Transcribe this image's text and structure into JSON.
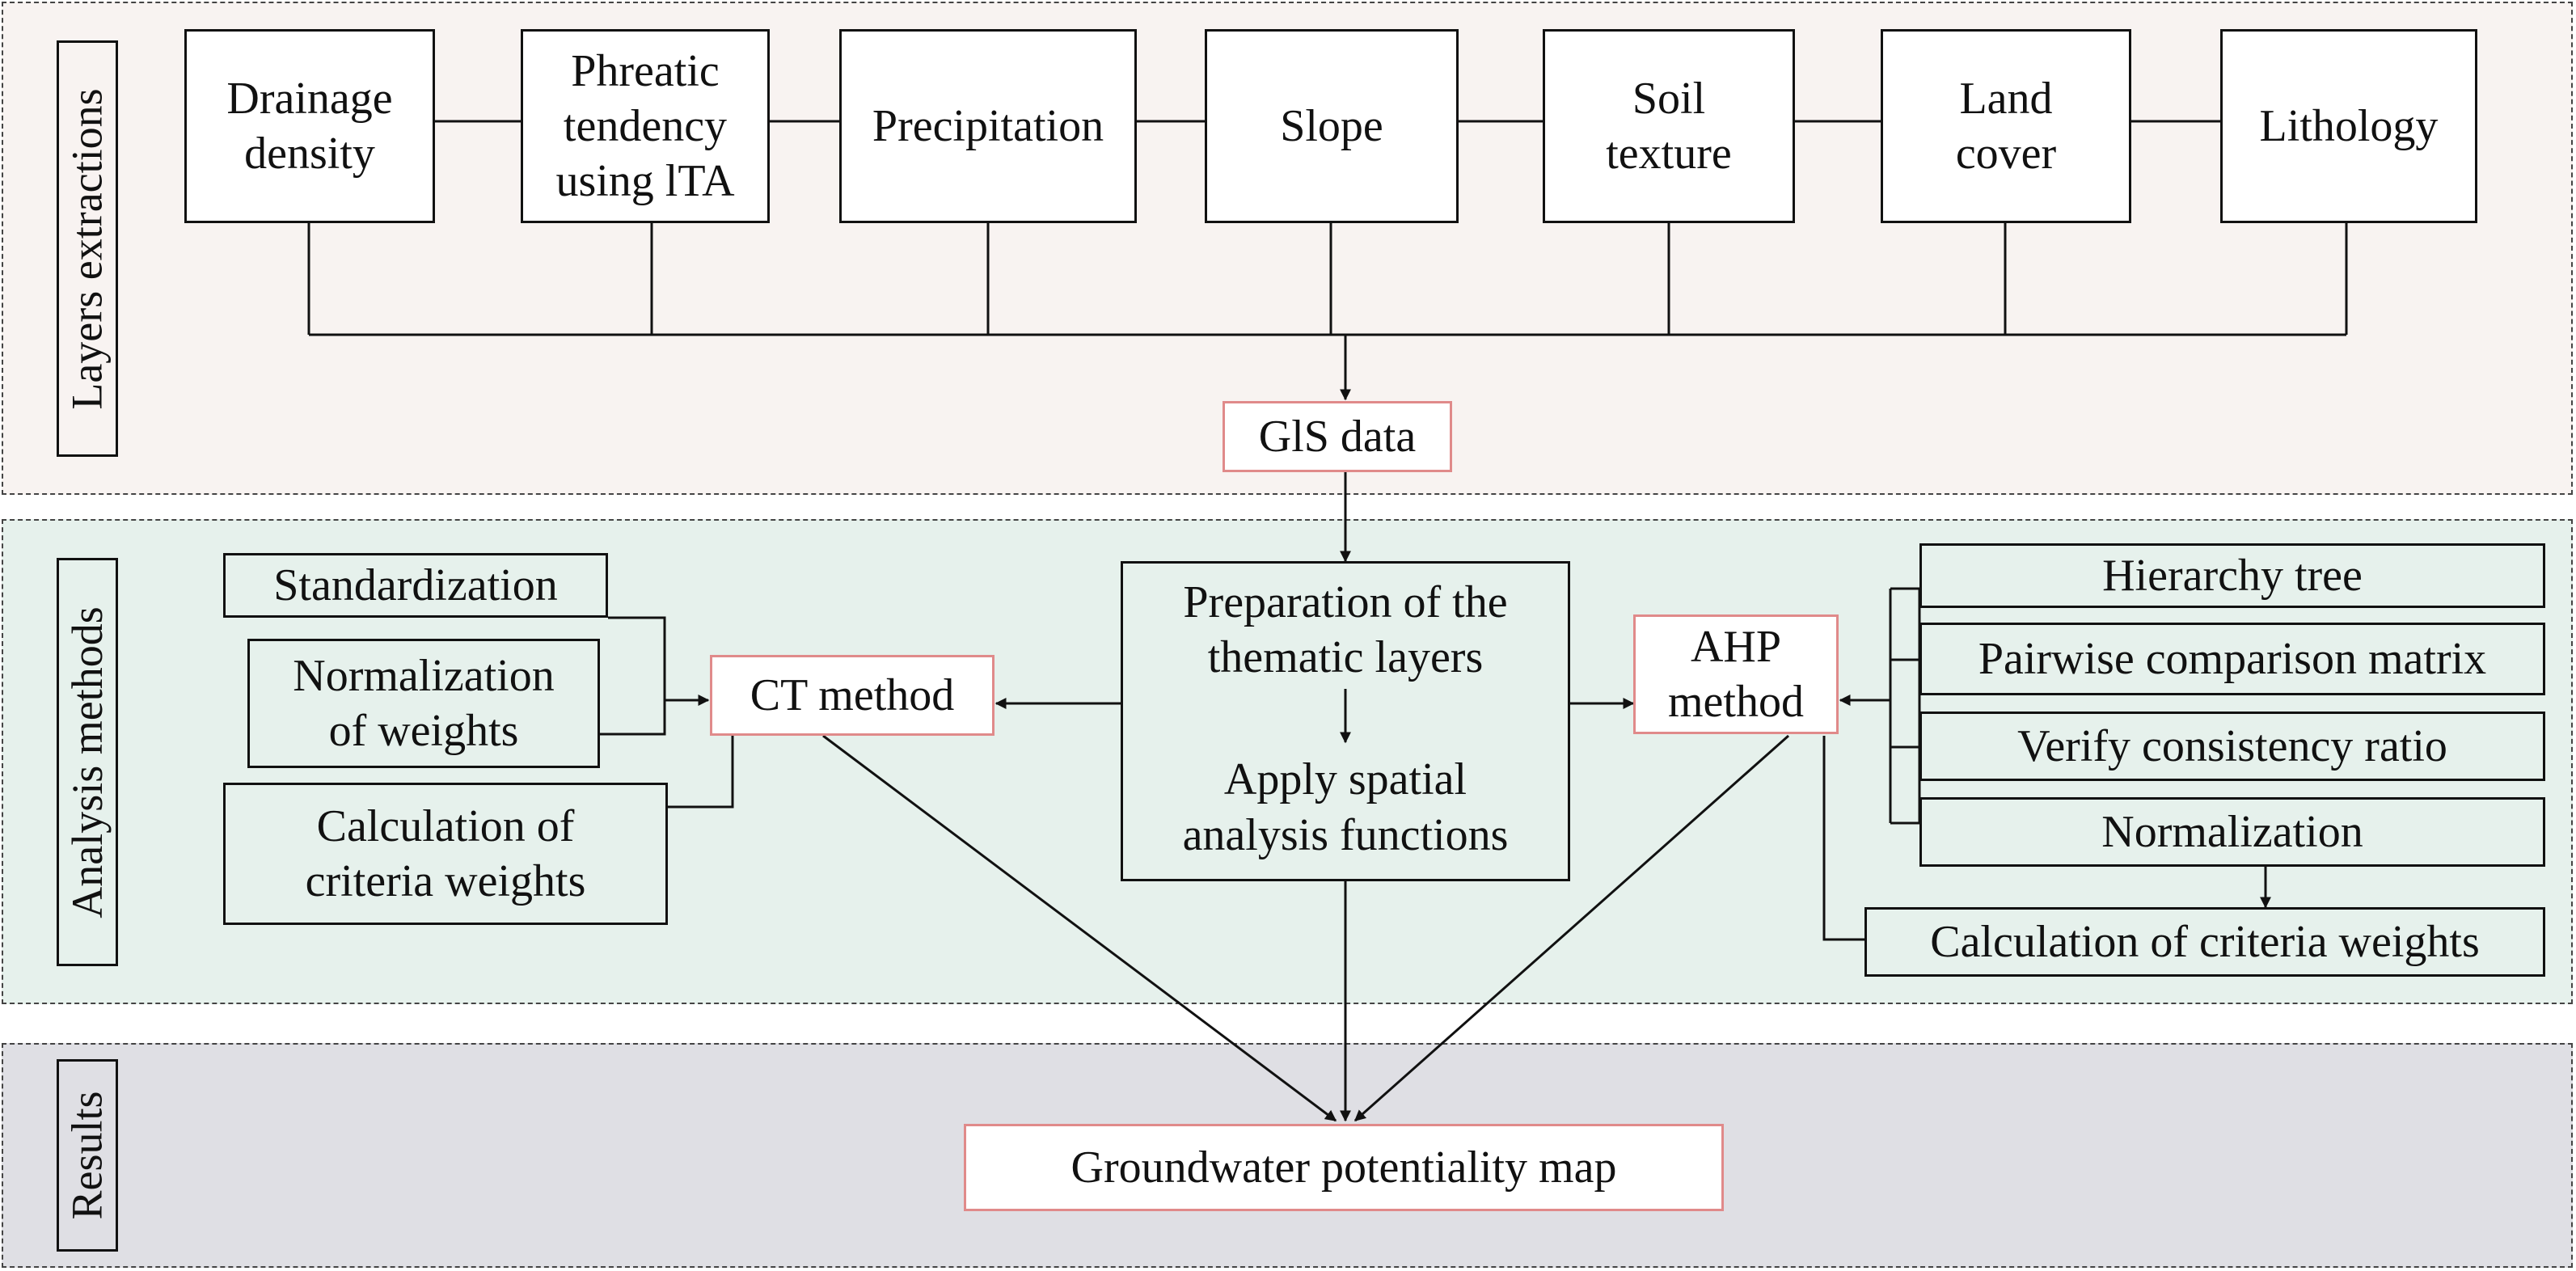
{
  "sections": {
    "layers": "Layers extractions",
    "analysis": "Analysis methods",
    "results": "Results"
  },
  "layers": [
    "Drainage\ndensity",
    "Phreatic\ntendency\nusing lTA",
    "Precipitation",
    "Slope",
    "Soil\ntexture",
    "Land\ncover",
    "Lithology"
  ],
  "gis": "GlS data",
  "center": {
    "prep": "Preparation of the\nthematic layers",
    "apply": "Apply spatial\nanalysis functions"
  },
  "ct": {
    "method": "CT method",
    "steps": [
      "Standardization",
      "Normalization\nof weights",
      "Calculation of\ncriteria weights"
    ]
  },
  "ahp": {
    "method": "AHP\nmethod",
    "steps": [
      "Hierarchy tree",
      "Pairwise comparison matrix",
      "Verify consistency ratio",
      "Normalization"
    ],
    "final": "Calculation of criteria weights"
  },
  "result": "Groundwater potentiality map"
}
